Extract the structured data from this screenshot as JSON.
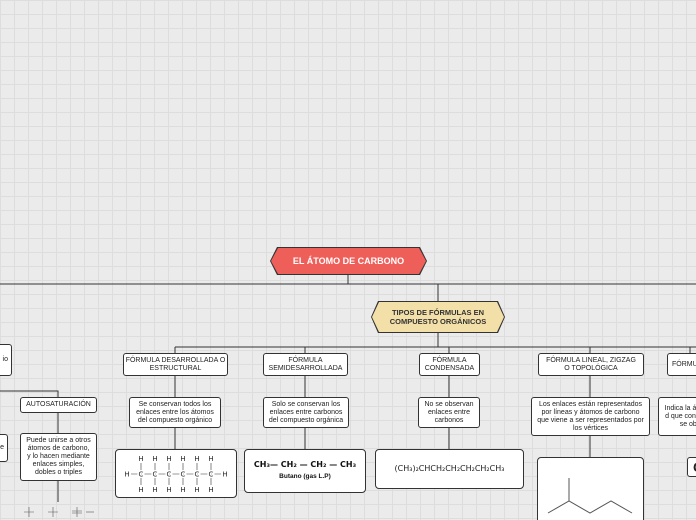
{
  "root": {
    "label": "EL ÁTOMO DE CARBONO"
  },
  "types": {
    "label": "TIPOS DE FÓRMULAS EN COMPUESTO ORGÁNICOS"
  },
  "left": {
    "autosat_label": "AUTOSATURACIÓN",
    "autosat_desc": "Puede unirse a otros átomos de carbono, y lo hacen mediante enlaces simples, dobles o triples",
    "partial_top": "io",
    "partial_mid": "e"
  },
  "formulas": {
    "desarrollada": {
      "label": "FÓRMULA DESARROLLADA O ESTRUCTURAL",
      "desc": "Se conservan todos los enlaces entre los átomos del compuesto orgánico"
    },
    "semidesarrollada": {
      "label": "FÓRMULA SEMIDESARROLLADA",
      "desc": "Solo se conservan los enlaces entre carbonos del compuesto orgánica",
      "formula": "CH₃— CH₂ — CH₂ — CH₃",
      "caption": "Butano (gas L.P)"
    },
    "condensada": {
      "label": "FÓRMULA CONDENSADA",
      "desc": "No se observan enlaces entre carbonos",
      "formula": "(CH₃)₂CHCH₂CH₂CH₂CH₂CH₃"
    },
    "lineal": {
      "label": "FÓRMULA LINEAL, ZIGZAG O TOPOLÓGICA",
      "desc": "Los enlaces están representados por líneas y átomos de carbono que viene a ser representados por los vértices"
    },
    "molecular": {
      "label": "FÓRMULA MO",
      "desc": "Indica la átomos d que confor No se obs",
      "partial_formula": "C"
    }
  },
  "colors": {
    "root": "#ef5f5a",
    "main_topic": "#f3dfa8",
    "lines": "#333333",
    "background": "#ebebeb"
  }
}
